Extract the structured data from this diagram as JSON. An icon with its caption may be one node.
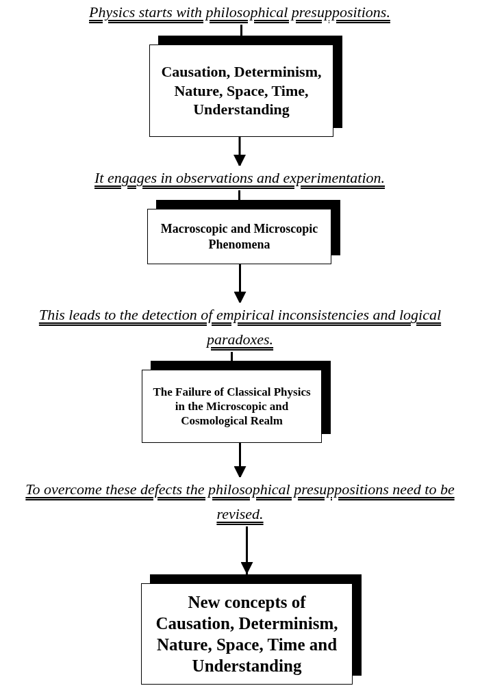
{
  "diagram": {
    "nodes": [
      {
        "text": [
          "Physics starts with philosophical presuppositions."
        ]
      },
      {
        "text": [
          "Causation, Determinism, Nature, Space, Time, Understanding"
        ]
      },
      {
        "text": [
          "It engages in observations and experimentation."
        ]
      },
      {
        "text": [
          "Macroscopic and Microscopic Phenomena"
        ]
      },
      {
        "text": [
          "This leads to the detection of empirical inconsistencies and logical paradoxes."
        ]
      },
      {
        "text": [
          "The Failure of Classical Physics in the Microscopic and Cosmological Realm"
        ]
      },
      {
        "text": [
          "To overcome these defects the philosophical presuppositions need to be revised."
        ]
      },
      {
        "text": [
          "New concepts of Causation, Determinism, Nature, Space, Time and Understanding"
        ]
      }
    ],
    "edges": [
      {
        "from": 0,
        "to": 1,
        "arrow": "none"
      },
      {
        "from": 1,
        "to": 2,
        "arrow": "to"
      },
      {
        "from": 2,
        "to": 3,
        "arrow": "none"
      },
      {
        "from": 3,
        "to": 4,
        "arrow": "to"
      },
      {
        "from": 4,
        "to": 5,
        "arrow": "none"
      },
      {
        "from": 5,
        "to": 6,
        "arrow": "to"
      },
      {
        "from": 6,
        "to": 7,
        "arrow": "to"
      }
    ]
  }
}
